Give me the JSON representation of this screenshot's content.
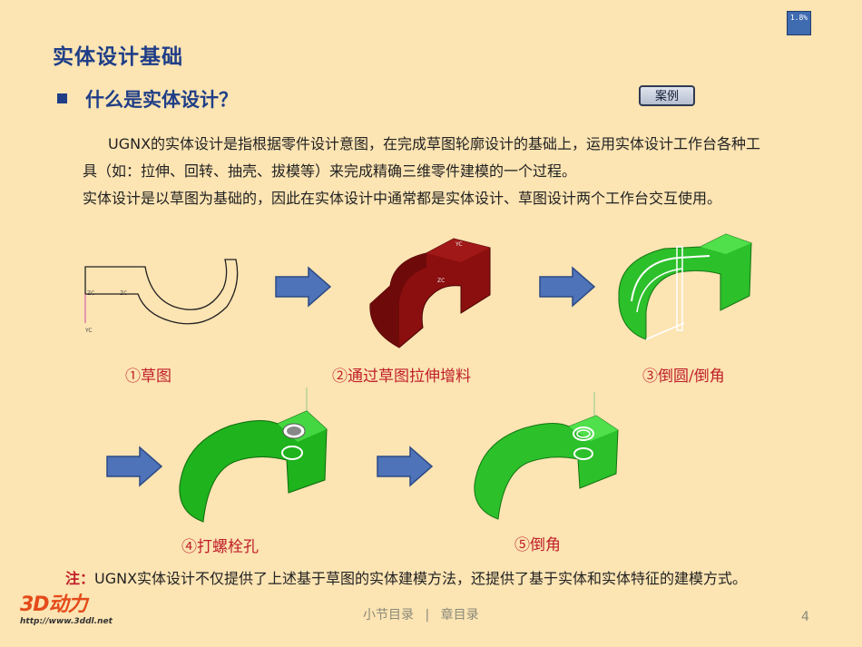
{
  "progress": "1.8%",
  "title": "实体设计基础",
  "section": {
    "heading": "什么是实体设计？",
    "case_button": "案例"
  },
  "intro": {
    "para1": "UGNX的实体设计是指根据零件设计意图，在完成草图轮廓设计的基础上，运用实体设计工作台各种工具（如：拉伸、回转、抽壳、拔模等）来完成精确三维零件建模的一个过程。",
    "para2": "实体设计是以草图为基础的，因此在实体设计中通常都是实体设计、草图设计两个工作台交互使用。"
  },
  "steps": {
    "step1": "①草图",
    "step2": "②通过草图拉伸增料",
    "step3": "③倒圆/倒角",
    "step4": "④打螺栓孔",
    "step5": "⑤倒角"
  },
  "sketch_labels": {
    "zc1": "ZC",
    "zc2": "ZC",
    "yc": "YC",
    "yc2": "YC",
    "zc3": "ZC"
  },
  "note": {
    "label": "注：",
    "text": "UGNX实体设计不仅提供了上述基于草图的实体建模方法，还提供了基于实体和实体特征的建模方式。"
  },
  "logo": {
    "text": "3D动力",
    "url": "http://www.3ddl.net"
  },
  "footer": {
    "section_toc": "小节目录",
    "separator": "|",
    "chapter_toc": "章目录",
    "page": "4"
  },
  "colors": {
    "title_blue": "#1f3e87",
    "caption_red": "#c0202a",
    "arrow_blue": "#4e73b8",
    "model_red": "#8b0f0f",
    "model_green": "#2cc02a",
    "background": "#fce4b3"
  },
  "icons": {
    "arrow": "right-arrow-icon"
  }
}
